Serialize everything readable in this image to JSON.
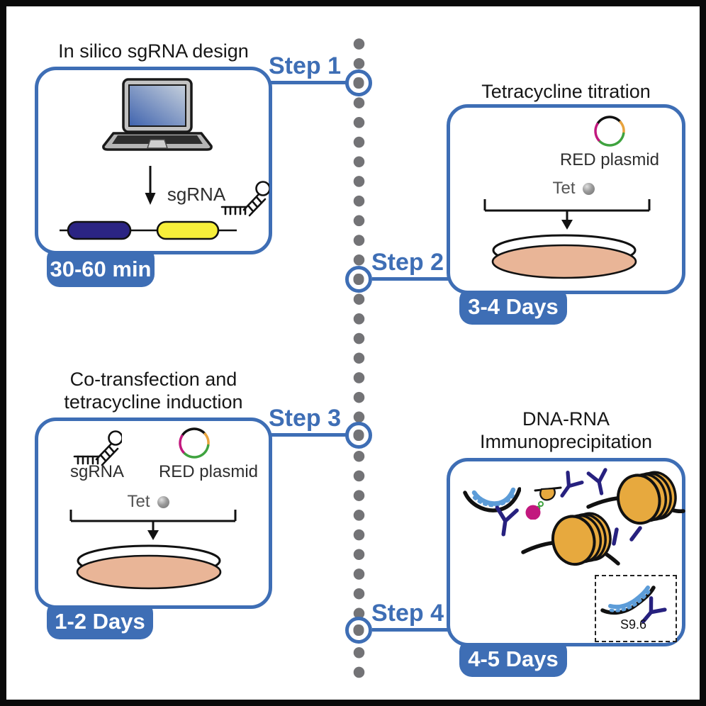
{
  "colors": {
    "accent_blue": "#3e6eb5",
    "timeline_gray": "#737376",
    "capsule_navy": "#2b2483",
    "capsule_yellow": "#f7ef3a",
    "petri_peach": "#e9b597",
    "nucleosome_orange": "#e7a93e",
    "antibody_navy": "#27217f",
    "rloop_blue": "#5c9cd8",
    "enzyme_magenta": "#c2187e",
    "linker_green": "#3fa33f",
    "ink": "#161616"
  },
  "timeline": {
    "steps": [
      {
        "label": "Step 1"
      },
      {
        "label": "Step 2"
      },
      {
        "label": "Step 3"
      },
      {
        "label": "Step 4"
      }
    ]
  },
  "panels": {
    "step1": {
      "title": "In silico sgRNA design",
      "sgrna_label": "sgRNA",
      "duration": "30-60 min"
    },
    "step2": {
      "title": "Tetracycline titration",
      "plasmid_label": "RED plasmid",
      "tet_label": "Tet",
      "duration": "3-4 Days"
    },
    "step3": {
      "title_line1": "Co-transfection and",
      "title_line2": "tetracycline induction",
      "sgrna_label": "sgRNA",
      "plasmid_label": "RED plasmid",
      "tet_label": "Tet",
      "duration": "1-2 Days"
    },
    "step4": {
      "title_line1": "DNA-RNA",
      "title_line2": "Immunoprecipitation",
      "antibody_label": "S9.6",
      "duration": "4-5 Days"
    }
  }
}
